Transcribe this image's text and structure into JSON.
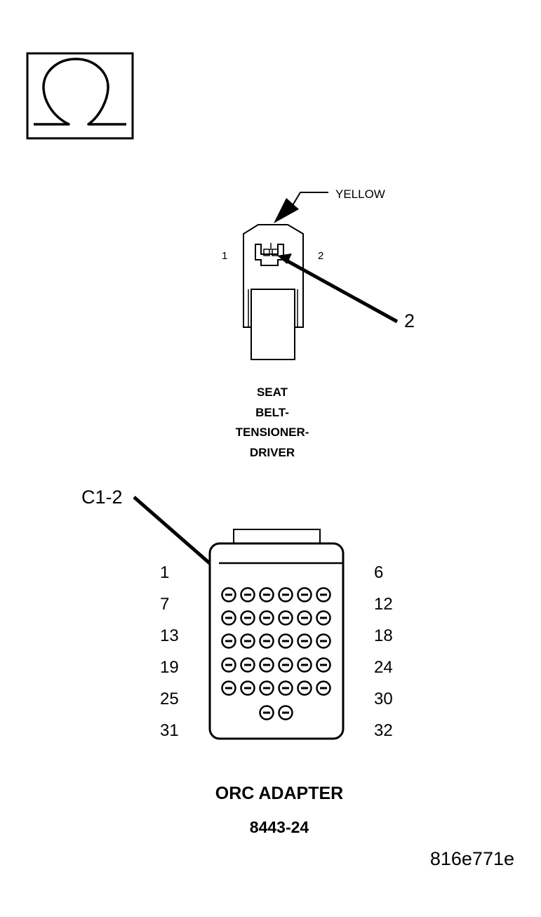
{
  "ohm_symbol": {
    "glyph": "Ω",
    "icon": "ohm-icon"
  },
  "seat_belt_connector": {
    "color_callout": "YELLOW",
    "pin_left": "1",
    "pin_right": "2",
    "pointer_label": "2",
    "name_lines": [
      "SEAT",
      "BELT-",
      "TENSIONER-",
      "DRIVER"
    ]
  },
  "orc_adapter": {
    "pointer_label": "C1-2",
    "left_pin_numbers": [
      "1",
      "7",
      "13",
      "19",
      "25",
      "31"
    ],
    "right_pin_numbers": [
      "6",
      "12",
      "18",
      "24",
      "30",
      "32"
    ],
    "title": "ORC ADAPTER",
    "part_number": "8443-24"
  },
  "figure_id": "816e771e"
}
